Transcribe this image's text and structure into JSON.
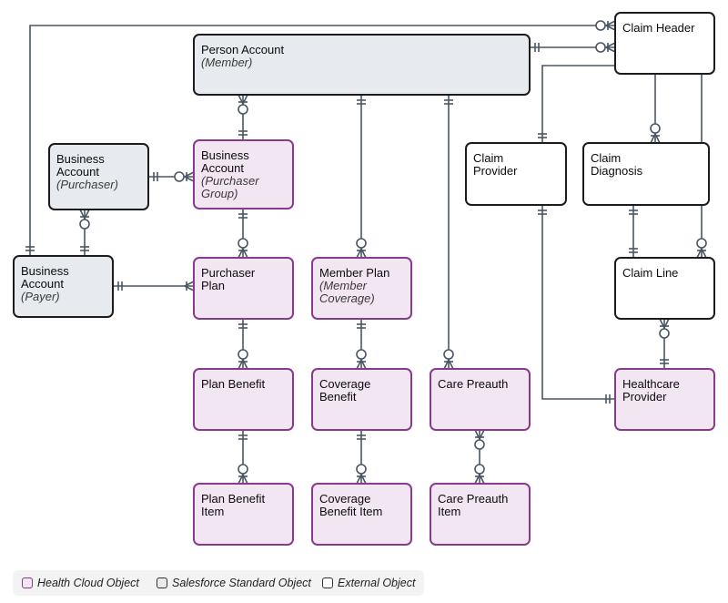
{
  "colors": {
    "health": {
      "fill": "#f3e6f3",
      "stroke": "#8a3a8c"
    },
    "standard": {
      "fill": "#e7eaee",
      "stroke": "#1c1c1c"
    },
    "external": {
      "fill": "#ffffff",
      "stroke": "#1c1c1c"
    },
    "edge": "#4a5563"
  },
  "nodes": [
    {
      "id": "person-account",
      "kind": "standard",
      "lines": [
        "Person Account"
      ],
      "sub": [
        "(Member)"
      ]
    },
    {
      "id": "claim-header",
      "kind": "external",
      "lines": [
        "Claim Header"
      ],
      "sub": []
    },
    {
      "id": "business-account-purchaser",
      "kind": "standard",
      "lines": [
        "Business",
        "Account"
      ],
      "sub": [
        "(Purchaser)"
      ]
    },
    {
      "id": "business-account-group",
      "kind": "health",
      "lines": [
        "Business",
        "Account"
      ],
      "sub": [
        "(Purchaser",
        "Group)"
      ]
    },
    {
      "id": "claim-provider",
      "kind": "external",
      "lines": [
        "Claim",
        "Provider"
      ],
      "sub": []
    },
    {
      "id": "claim-diagnosis",
      "kind": "external",
      "lines": [
        "Claim",
        "Diagnosis"
      ],
      "sub": []
    },
    {
      "id": "business-account-payer",
      "kind": "standard",
      "lines": [
        "Business",
        "Account"
      ],
      "sub": [
        "(Payer)"
      ]
    },
    {
      "id": "purchaser-plan",
      "kind": "health",
      "lines": [
        "Purchaser",
        "Plan"
      ],
      "sub": []
    },
    {
      "id": "member-plan",
      "kind": "health",
      "lines": [
        "Member Plan"
      ],
      "sub": [
        "(Member",
        "Coverage)"
      ]
    },
    {
      "id": "claim-line",
      "kind": "external",
      "lines": [
        "Claim Line"
      ],
      "sub": []
    },
    {
      "id": "plan-benefit",
      "kind": "health",
      "lines": [
        "Plan Benefit"
      ],
      "sub": []
    },
    {
      "id": "coverage-benefit",
      "kind": "health",
      "lines": [
        "Coverage",
        "Benefit"
      ],
      "sub": []
    },
    {
      "id": "care-preauth",
      "kind": "health",
      "lines": [
        "Care Preauth"
      ],
      "sub": []
    },
    {
      "id": "healthcare-provider",
      "kind": "health",
      "lines": [
        "Healthcare",
        "Provider"
      ],
      "sub": []
    },
    {
      "id": "plan-benefit-item",
      "kind": "health",
      "lines": [
        "Plan Benefit",
        "Item"
      ],
      "sub": []
    },
    {
      "id": "coverage-benefit-item",
      "kind": "health",
      "lines": [
        "Coverage",
        "Benefit Item"
      ],
      "sub": []
    },
    {
      "id": "care-preauth-item",
      "kind": "health",
      "lines": [
        "Care Preauth",
        "Item"
      ],
      "sub": []
    }
  ],
  "legend": {
    "health": "Health Cloud Object",
    "standard": "Salesforce Standard Object",
    "external": "External Object"
  }
}
